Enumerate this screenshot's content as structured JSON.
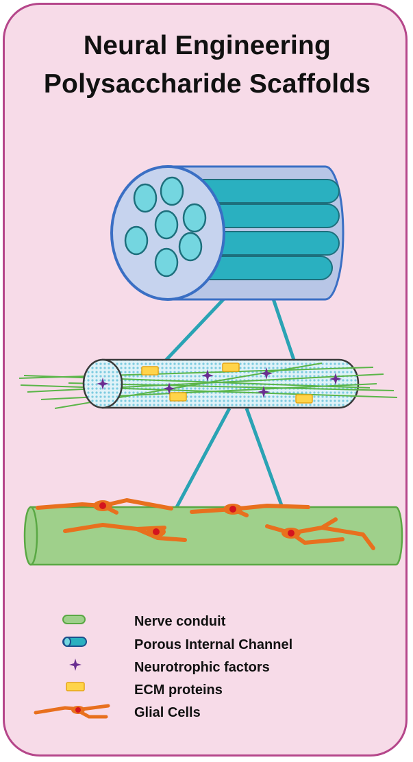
{
  "title": {
    "line1": "Neural Engineering",
    "line2": "Polysaccharide Scaffolds"
  },
  "legend": [
    {
      "icon": "nerve-conduit-icon",
      "label": "Nerve conduit"
    },
    {
      "icon": "porous-channel-icon",
      "label": "Porous Internal Channel"
    },
    {
      "icon": "neurotrophic-factor-icon",
      "label": "Neurotrophic factors"
    },
    {
      "icon": "ecm-protein-icon",
      "label": "ECM proteins"
    },
    {
      "icon": "glial-cell-icon",
      "label": "Glial Cells"
    }
  ],
  "colors": {
    "background": "#f7dbe8",
    "border": "#b5468a",
    "conduit_green": "#9fd08b",
    "channel_teal": "#2ab0c0",
    "outer_tube": "#b8c6e6",
    "tube_outline": "#3a6fc4",
    "neurotrophic_purple": "#6a2d91",
    "ecm_yellow": "#ffd44a",
    "glial_orange": "#e8701e",
    "nucleus_red": "#d4141e"
  }
}
